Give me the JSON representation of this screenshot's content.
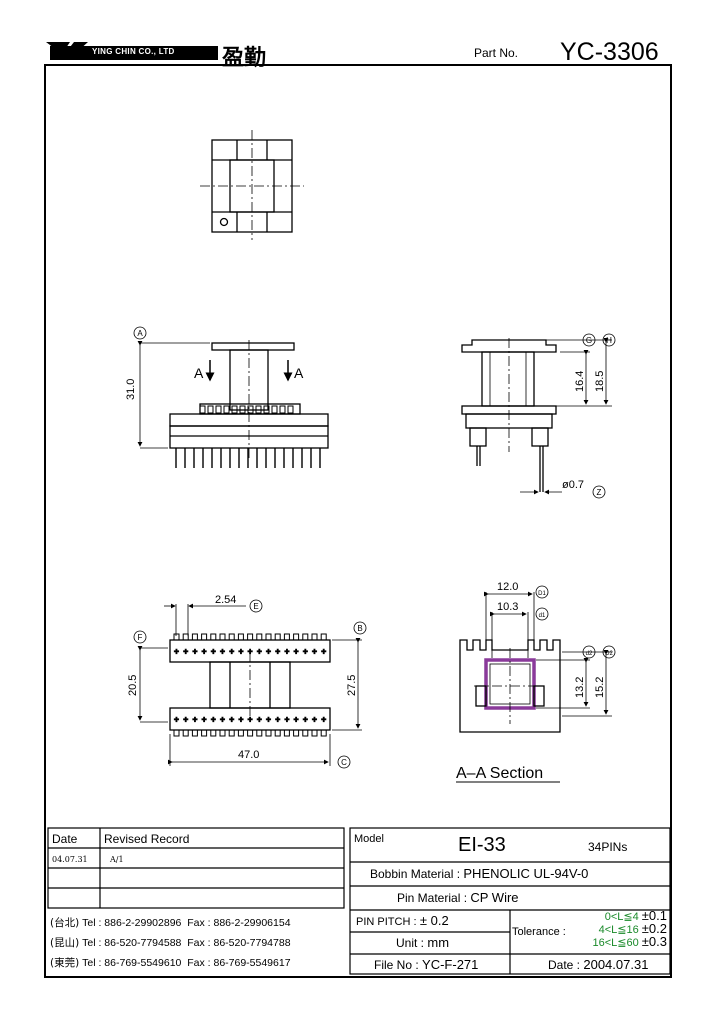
{
  "header": {
    "company_en": "YING CHIN CO., LTD",
    "company_cn": "盈勤",
    "part_label": "Part No.",
    "part_no": "YC-3306"
  },
  "drawing": {
    "dim_31_0": "31.0",
    "dim_16_4": "16.4",
    "dim_18_5": "18.5",
    "dim_0_7": "ø0.7",
    "dim_2_54": "2.54",
    "dim_20_5": "20.5",
    "dim_27_5": "27.5",
    "dim_47_0": "47.0",
    "dim_12_0": "12.0",
    "dim_10_3": "10.3",
    "dim_13_2": "13.2",
    "dim_15_2": "15.2",
    "section_mark": "A",
    "section_title": "A–A Section",
    "tags": {
      "A": "A",
      "B": "B",
      "C": "C",
      "E": "E",
      "F": "F",
      "G": "G",
      "H": "H",
      "Z": "Z",
      "D1": "D1",
      "d1": "d1",
      "d2": "d2",
      "D2": "D2"
    }
  },
  "revision": {
    "date_header": "Date",
    "record_header": "Revised Record",
    "rows": [
      {
        "date": "04.07.31",
        "record": "A/1"
      },
      {
        "date": "",
        "record": ""
      },
      {
        "date": "",
        "record": ""
      }
    ]
  },
  "contacts": [
    {
      "city": "(台北)",
      "tel": "Tel : 886-2-29902896",
      "fax": "Fax : 886-2-29906154"
    },
    {
      "city": "(昆山)",
      "tel": "Tel : 86-520-7794588",
      "fax": "Fax : 86-520-7794788"
    },
    {
      "city": "(東莞)",
      "tel": "Tel : 86-769-5549610",
      "fax": "Fax : 86-769-5549617"
    }
  ],
  "spec": {
    "model_label": "Model",
    "model_value": "EI-33",
    "pins": "34PINs",
    "bobbin_label": "Bobbin Material :",
    "bobbin_value": "PHENOLIC UL-94V-0",
    "pin_label": "Pin Material :",
    "pin_value": "CP Wire",
    "pitch_label": "PIN PITCH :",
    "pitch_value": "± 0.2",
    "unit_label": "Unit :",
    "unit_value": "mm",
    "file_label": "File No :",
    "file_value": "YC-F-271",
    "tolerance_label": "Tolerance :",
    "tolerance_rows": [
      {
        "range": "0<L≦4",
        "value": "±0.1"
      },
      {
        "range": "4<L≦16",
        "value": "±0.2"
      },
      {
        "range": "16<L≦60",
        "value": "±0.3"
      }
    ],
    "date_label": "Date :",
    "date_value": "2004.07.31"
  }
}
